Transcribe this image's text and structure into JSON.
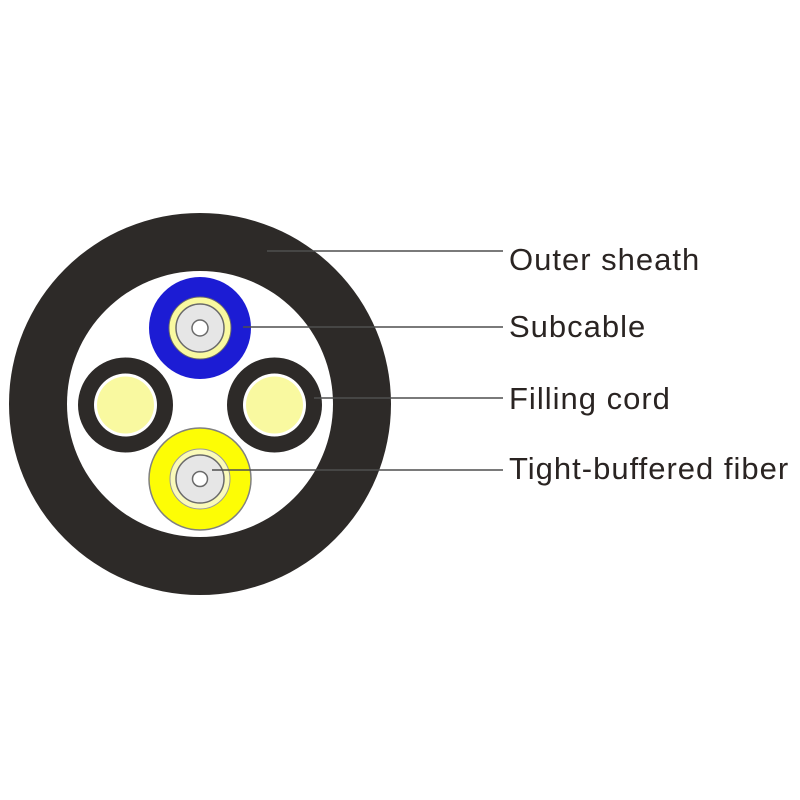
{
  "diagram": {
    "type": "cable-cross-section",
    "callouts": [
      {
        "label": "Outer sheath"
      },
      {
        "label": "Subcable"
      },
      {
        "label": "Filling cord"
      },
      {
        "label": "Tight-buffered fiber"
      }
    ],
    "colors": {
      "background": "#ffffff",
      "sheath_black": "#2d2a28",
      "interior_white": "#ffffff",
      "subcable_blue": "#1c1cd4",
      "pale_yellow": "#f9f9a0",
      "fiber_yellow": "#fdfd05",
      "fiber_pale_ring": "#fafab9",
      "buffer_gray": "#e6e6e6",
      "core_white": "#ffffff",
      "outline_gray": "#6a6a6a",
      "leader_line": "#4f4f4f",
      "label_text": "#2a2422"
    }
  }
}
